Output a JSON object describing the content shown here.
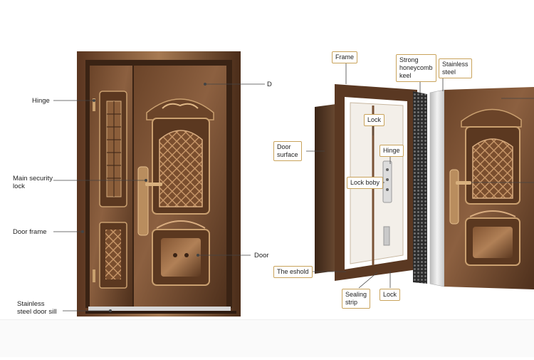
{
  "left_labels": {
    "hinge": "Hinge",
    "main_security_lock": "Main security\nlock",
    "door_frame": "Door frame",
    "stainless_sill": "Stainless\nsteel door sill",
    "door_top": "D",
    "door_panel": "Door"
  },
  "right_labels": {
    "frame": "Frame",
    "honeycomb": "Strong\nhoneycomb\nkeel",
    "stainless_steel": "Stainless\nsteel",
    "door_surface": "Door\nsurface",
    "lock_top": "Lock",
    "hinge": "Hinge",
    "lock_body": "Lock boby",
    "threshold": "The eshold",
    "sealing_strip": "Sealing\nstrip",
    "lock_bottom": "Lock"
  },
  "colors": {
    "bronze_dark": "#3e2414",
    "bronze_mid": "#7a4f30",
    "bronze_light": "#b07f55",
    "label_border": "#c9a35b"
  }
}
